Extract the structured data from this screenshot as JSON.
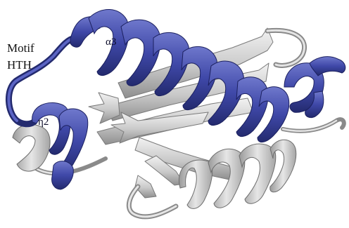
{
  "labels": {
    "motif_line1": "Motif",
    "motif_line2": "HTH",
    "alpha3": "α3",
    "eta2": "η2"
  },
  "colors": {
    "highlight_blue": "#3f48a8",
    "highlight_blue_dark": "#232a6e",
    "highlight_blue_light": "#6f78cc",
    "structure_grey": "#c9c9c9",
    "structure_grey_dark": "#8a8a8a",
    "structure_grey_light": "#ececec",
    "background": "#ffffff"
  }
}
